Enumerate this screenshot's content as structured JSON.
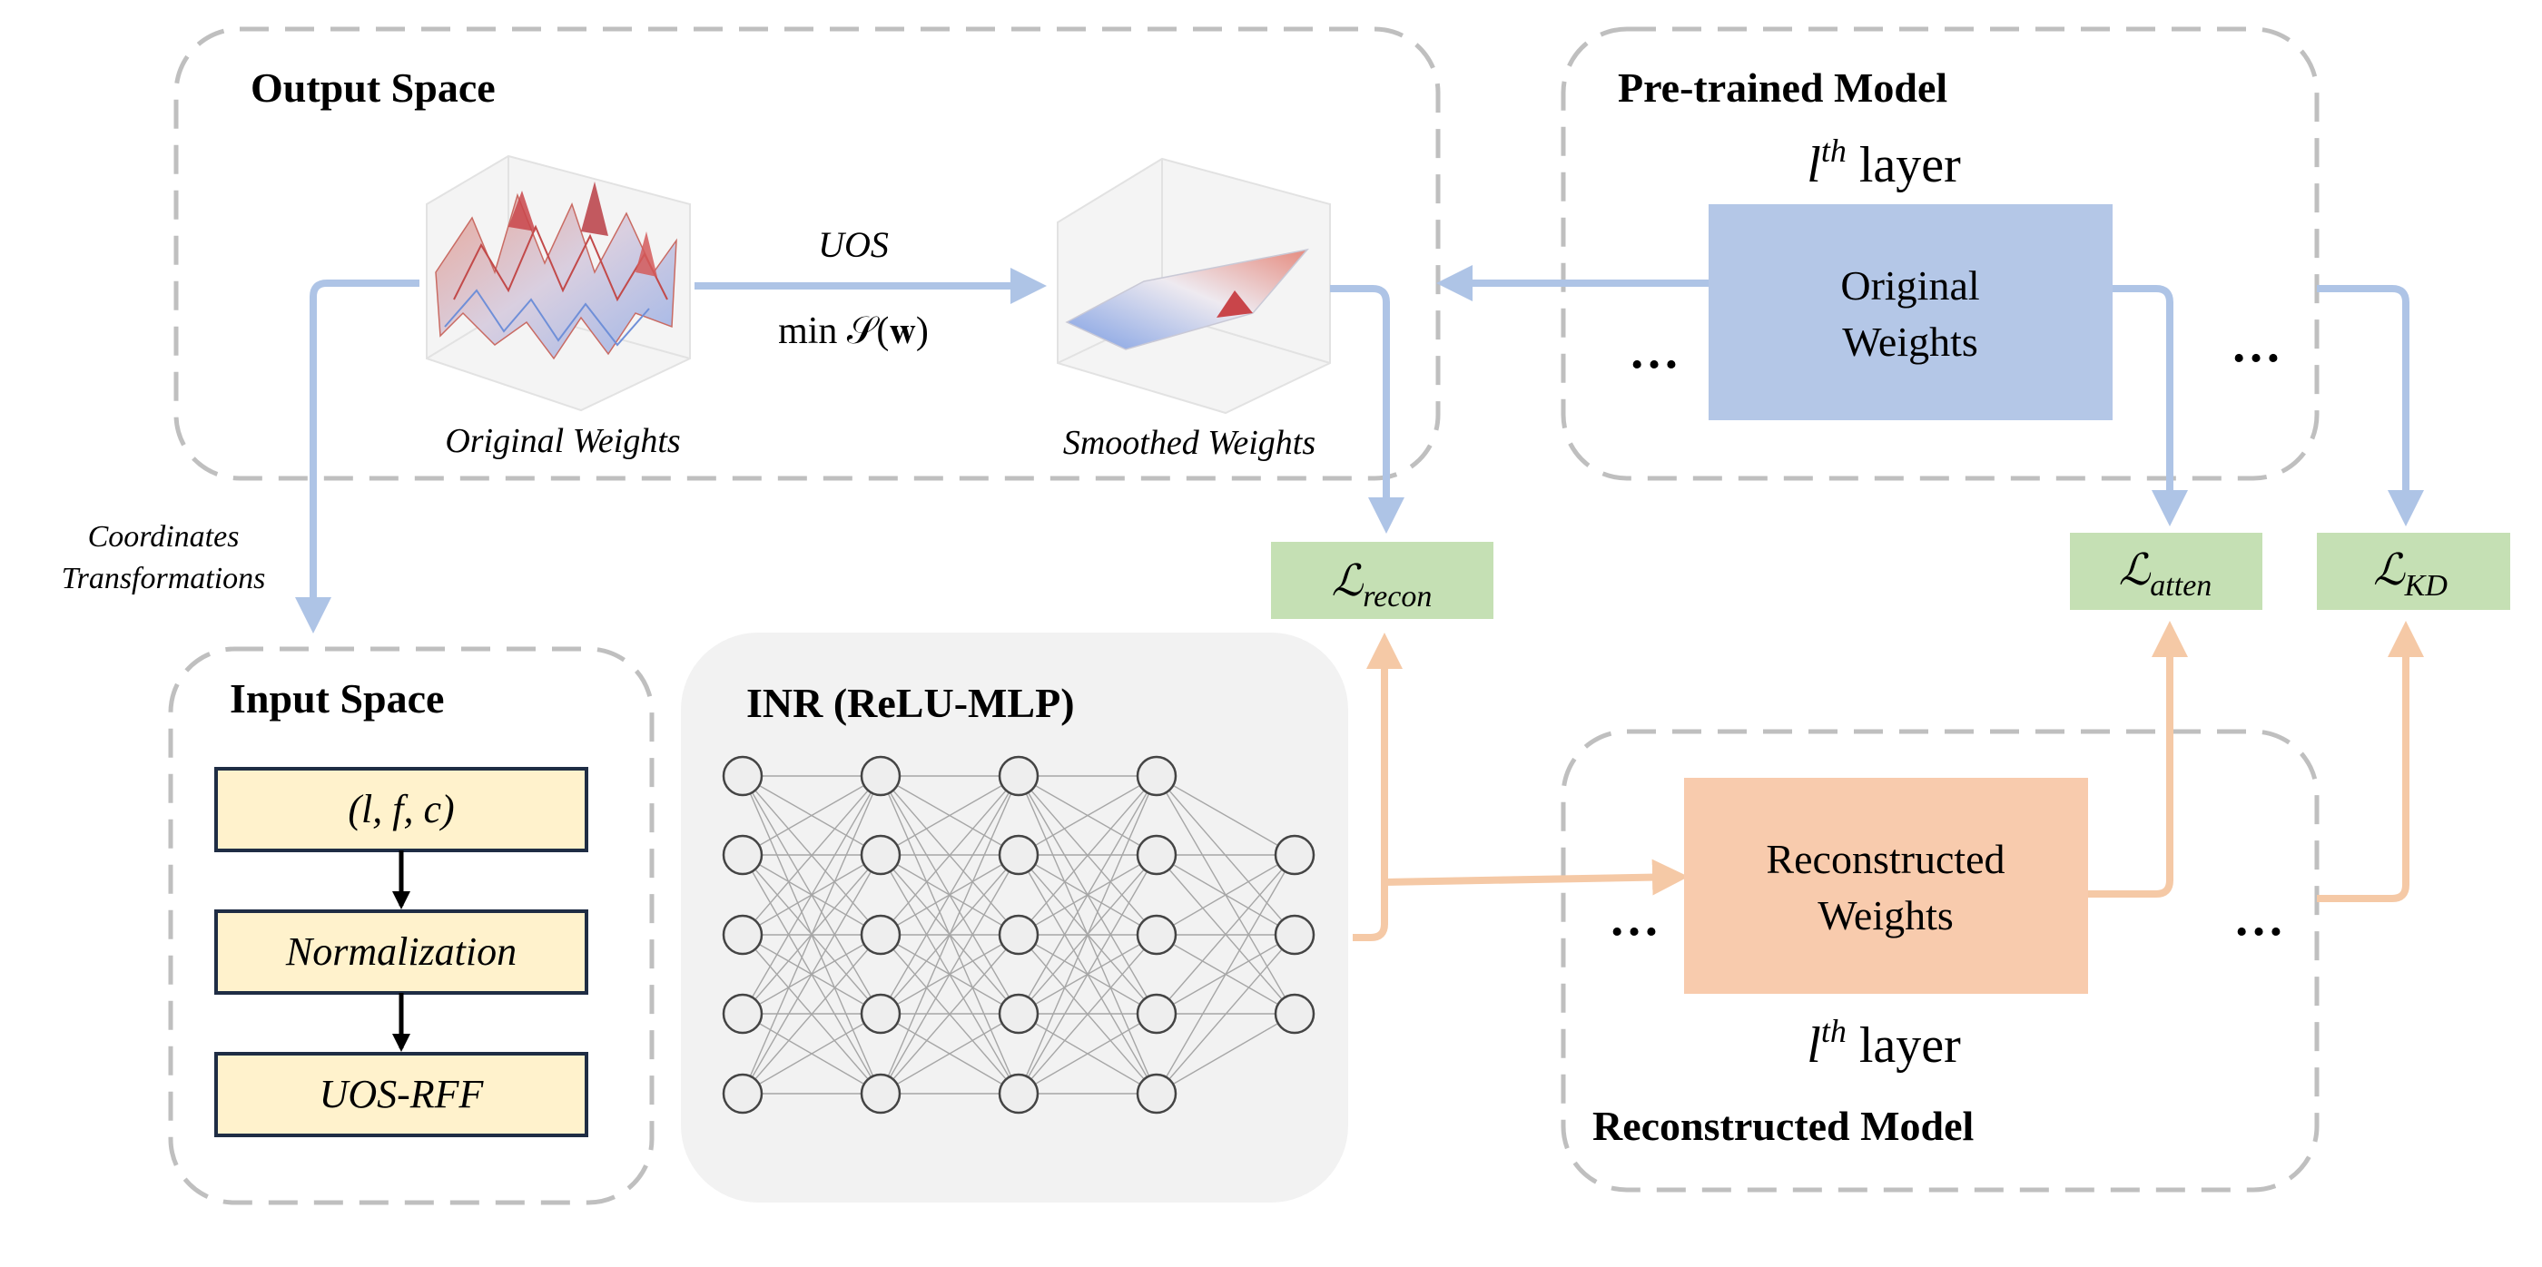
{
  "output_space": {
    "title": "Output Space",
    "original_caption": "Original Weights",
    "smoothed_caption": "Smoothed Weights",
    "arrow_top": "UOS",
    "arrow_bottom": "min 𝒮(𝐰)"
  },
  "pretrained": {
    "title": "Pre-trained Model",
    "layer_l": "l",
    "layer_sup": "th",
    "layer_word": " layer",
    "block_line1": "Original",
    "block_line2": "Weights",
    "ellipsis": "…"
  },
  "coords": {
    "line1": "Coordinates",
    "line2": "Transformations"
  },
  "losses": {
    "recon": {
      "main": "ℒ",
      "sub": "recon"
    },
    "atten": {
      "main": "ℒ",
      "sub": "atten"
    },
    "kd": {
      "main": "ℒ",
      "sub": "KD"
    }
  },
  "input_space": {
    "title": "Input Space",
    "step1": "(l, f, c)",
    "step2": "Normalization",
    "step3": "UOS-RFF"
  },
  "inr": {
    "title": "INR (ReLU-MLP)",
    "layers": [
      5,
      5,
      5,
      5,
      3
    ]
  },
  "reconstructed": {
    "title": "Reconstructed Model",
    "block_line1": "Reconstructed",
    "block_line2": "Weights",
    "layer_l": "l",
    "layer_sup": "th",
    "layer_word": " layer",
    "ellipsis": "…"
  },
  "colors": {
    "blue_arrow": "#aec4e6",
    "orange_arrow": "#f5c9a6",
    "blue_block": "#b4c7e7",
    "orange_block": "#f8cbad",
    "green_loss": "#c5e0b4",
    "input_box": "#fff2cc",
    "input_border": "#1f2d44",
    "dashed": "#bfbfbf",
    "inr_bg": "#f2f2f2"
  }
}
